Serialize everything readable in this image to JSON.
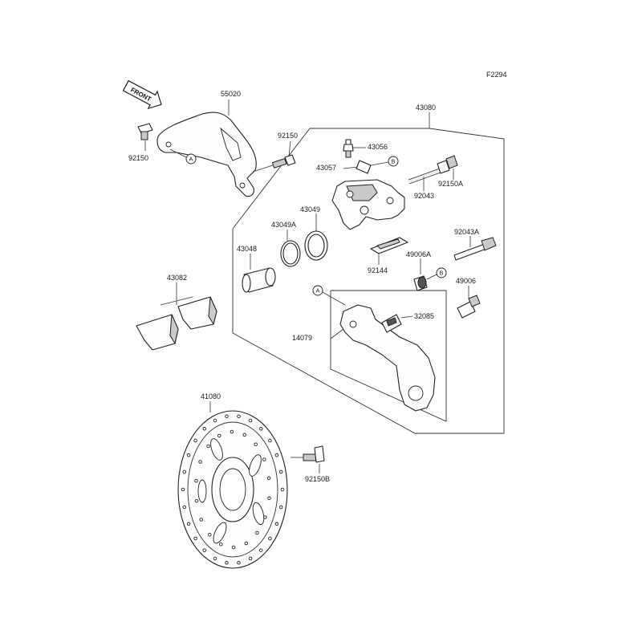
{
  "diagram_code": "F2294",
  "front_arrow_text": "FRONT",
  "reference_marks": {
    "a": "A",
    "b": "B"
  },
  "parts": {
    "bracket_guard": "55020",
    "bolt_left": "92150",
    "bolt_bracket": "92150",
    "caliper_assy": "43080",
    "bleed_valve": "43056",
    "bleed_cap": "43057",
    "pin": "92043",
    "pin_plug": "92150A",
    "seal_inner": "43049",
    "seal_outer": "43049A",
    "piston": "43048",
    "pad_spring": "92144",
    "pin_a": "92043A",
    "boot_a": "49006A",
    "boot": "49006",
    "pad_set": "43082",
    "spring_clip": "32085",
    "holder": "14079",
    "disc": "41080",
    "disc_bolt": "92150B"
  }
}
